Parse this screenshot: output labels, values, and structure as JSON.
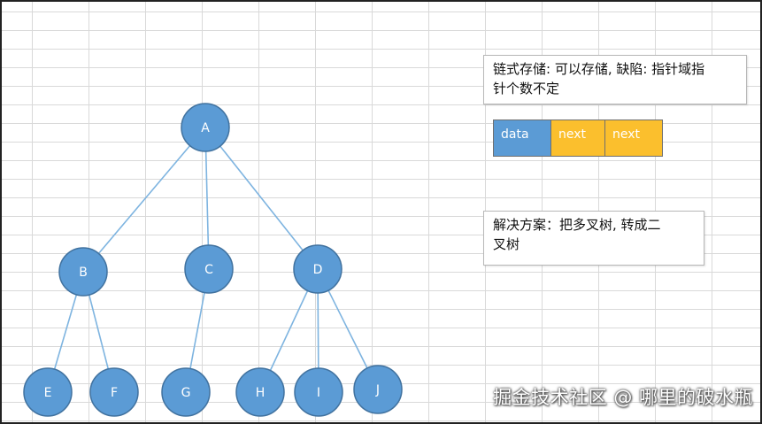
{
  "diagram": {
    "colors": {
      "node_fill": "#5b9bd5",
      "node_stroke": "#41729f",
      "edge": "#7eb4e0",
      "data_cell": "#5b9bd5",
      "next_cell": "#fbbf2d"
    },
    "nodes": [
      {
        "id": "A",
        "label": "A"
      },
      {
        "id": "B",
        "label": "B"
      },
      {
        "id": "C",
        "label": "C"
      },
      {
        "id": "D",
        "label": "D"
      },
      {
        "id": "E",
        "label": "E"
      },
      {
        "id": "F",
        "label": "F"
      },
      {
        "id": "G",
        "label": "G"
      },
      {
        "id": "H",
        "label": "H"
      },
      {
        "id": "I",
        "label": "I"
      },
      {
        "id": "J",
        "label": "J"
      }
    ],
    "edges": [
      [
        "A",
        "B"
      ],
      [
        "A",
        "C"
      ],
      [
        "A",
        "D"
      ],
      [
        "B",
        "E"
      ],
      [
        "B",
        "F"
      ],
      [
        "C",
        "G"
      ],
      [
        "D",
        "H"
      ],
      [
        "D",
        "I"
      ],
      [
        "D",
        "J"
      ]
    ]
  },
  "note_storage": {
    "line1": "链式存储: 可以存储, 缺陷: 指针域指",
    "line2": "针个数不定"
  },
  "linked_node": {
    "data_label": "data",
    "next1_label": "next",
    "next2_label": "next"
  },
  "note_solution": {
    "line1": "解决方案：把多叉树, 转成二",
    "line2": "叉树"
  },
  "watermark": "掘金技术社区 @ 哪里的破水瓶"
}
